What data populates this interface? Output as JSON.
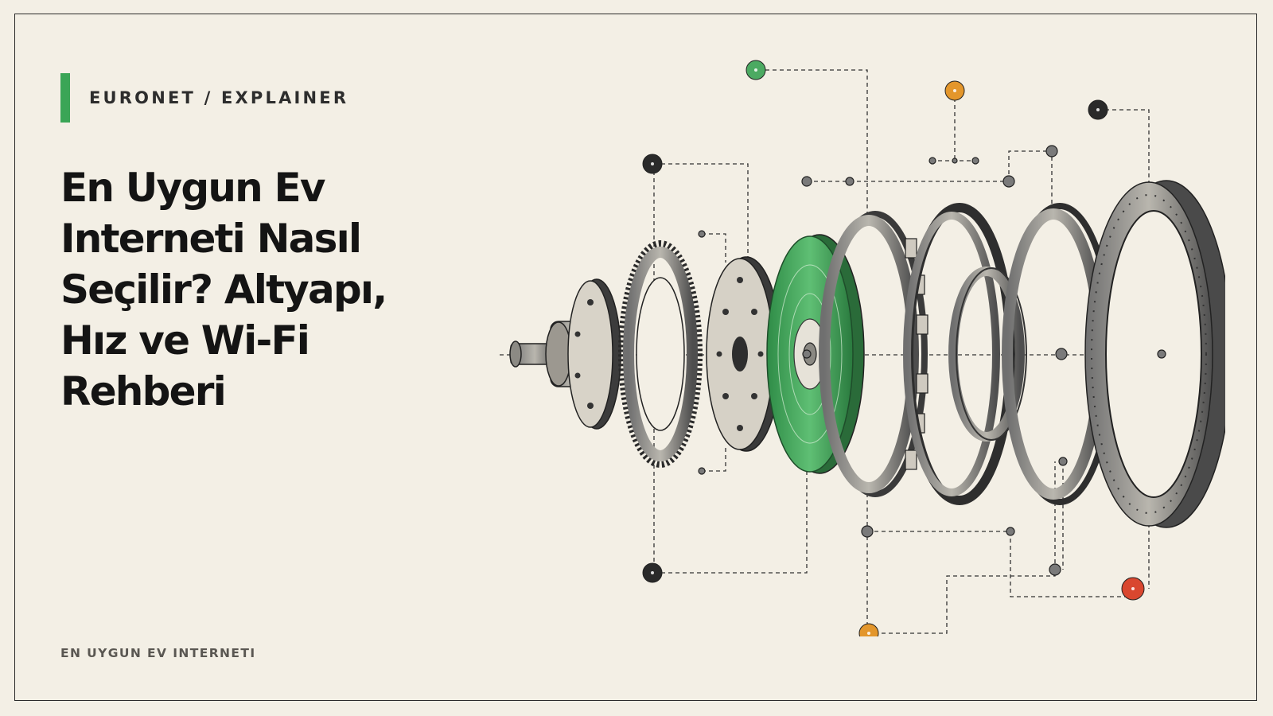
{
  "kicker": "EURONET / EXPLAINER",
  "title": "En Uygun Ev Interneti Nasıl Seçilir? Altyapı, Hız ve Wi-Fi Rehberi",
  "footer": "EN UYGUN EV INTERNETI",
  "illustration": {
    "subject": "exploded view of mechanical rings, discs and shaft with dashed connector lines",
    "icons": [
      "shaft-icon",
      "flange-disc-icon",
      "gear-ring-icon",
      "perforated-disc-icon",
      "green-disc-icon",
      "toothed-ring-icon",
      "bearing-ring-icon",
      "outer-ring-icon",
      "large-ring-icon"
    ]
  },
  "colors": {
    "background": "#f3efe5",
    "accent": "#3aa556",
    "text": "#141414",
    "node_green": "#4caa62",
    "node_orange": "#e3962b",
    "node_red": "#d9472f",
    "node_dark": "#2a2a2a"
  }
}
